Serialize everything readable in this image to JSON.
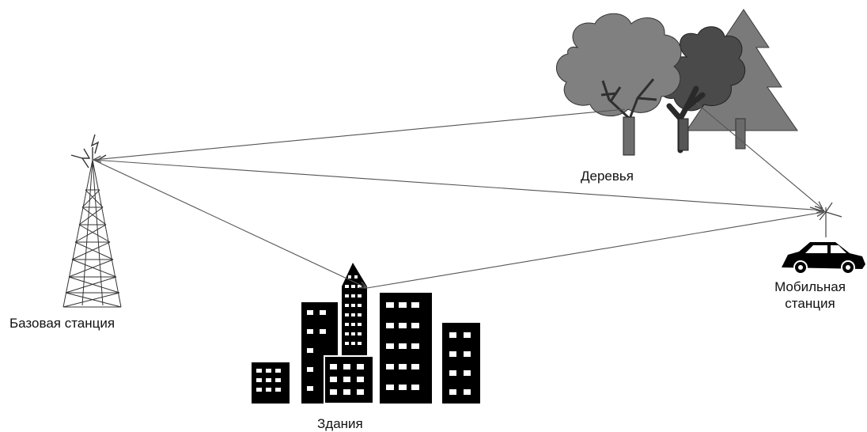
{
  "labels": {
    "base_station": "Базовая станция",
    "trees": "Деревья",
    "buildings": "Здания",
    "mobile_station_line1": "Мобильная",
    "mobile_station_line2": "станция"
  },
  "colors": {
    "line": "#555555",
    "tree_light": "#7a7a7a",
    "tree_mid": "#5e5e5e",
    "tree_dark": "#454545",
    "building": "#000000",
    "window": "#ffffff",
    "tower": "#333333"
  },
  "icons": [
    "tower-icon",
    "trees-icon",
    "buildings-icon",
    "car-icon",
    "antenna-icon"
  ]
}
